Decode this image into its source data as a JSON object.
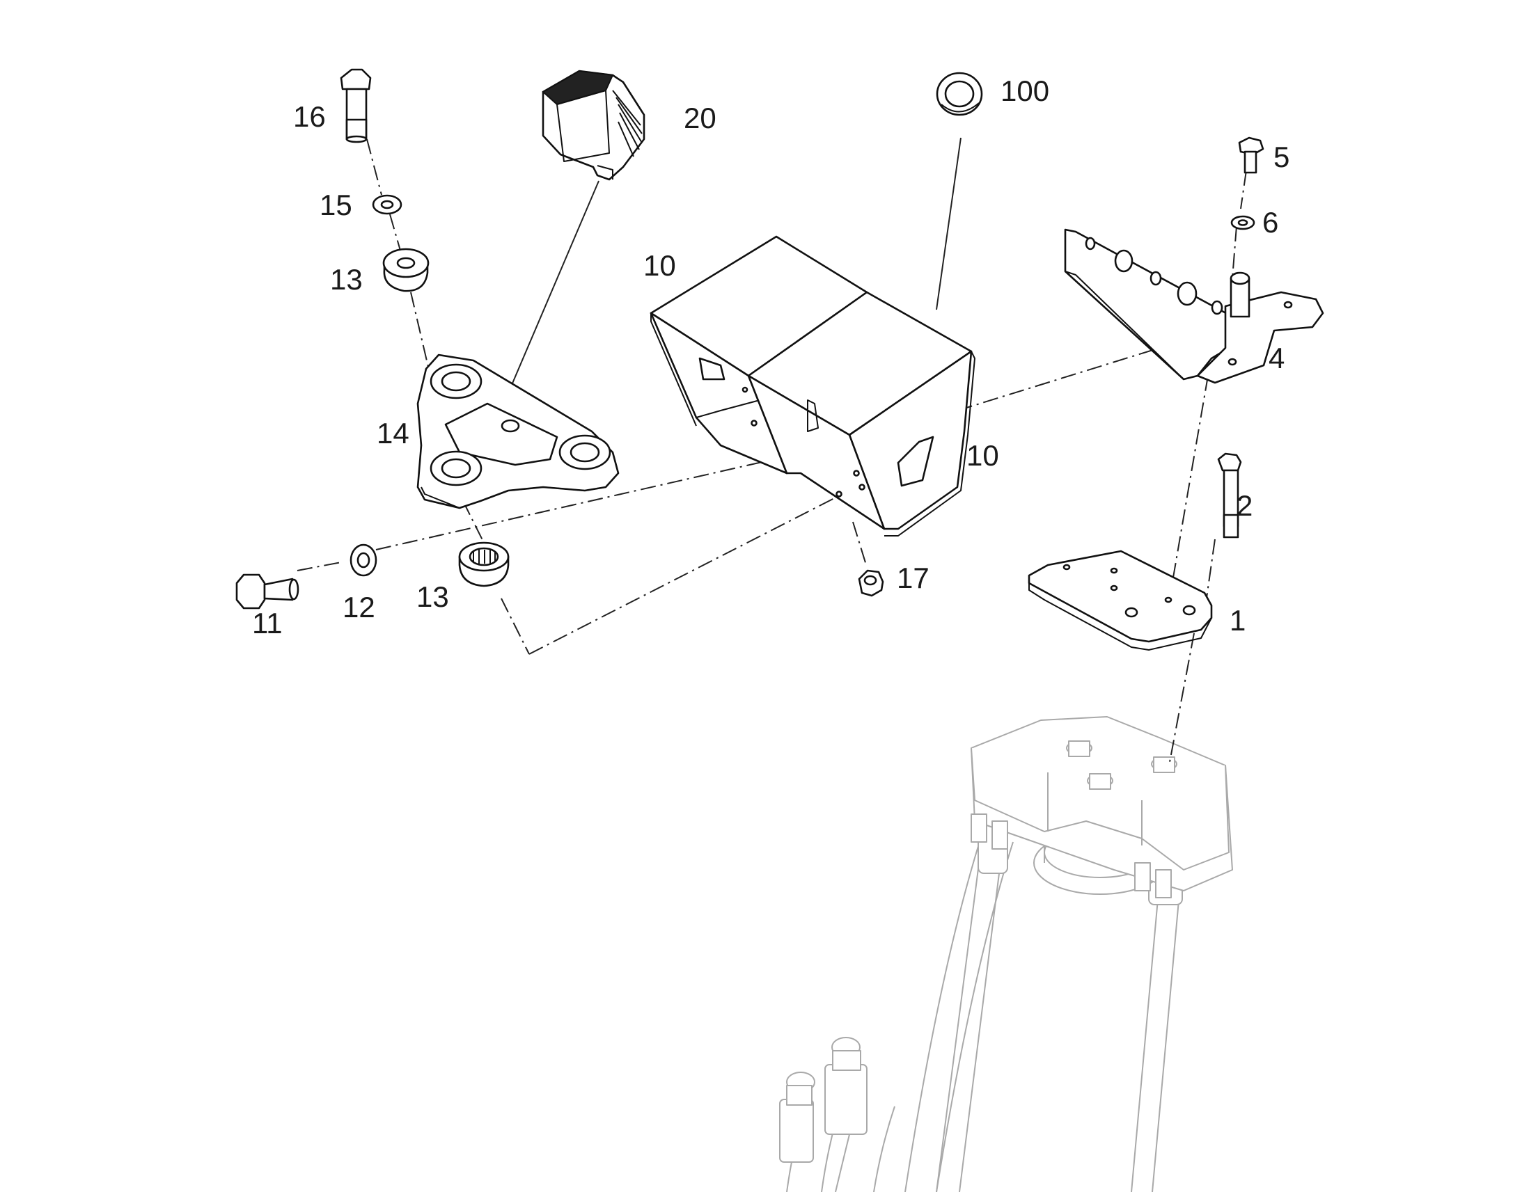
{
  "callouts": {
    "p1": "1",
    "p2": "2",
    "p4": "4",
    "p5": "5",
    "p6": "6",
    "p10a": "10",
    "p10b": "10",
    "p11": "11",
    "p12": "12",
    "p13a": "13",
    "p13b": "13",
    "p14": "14",
    "p15": "15",
    "p16": "16",
    "p17": "17",
    "p20": "20",
    "p100": "100"
  },
  "colors": {
    "line": "#111111",
    "ghost": "#a9a9a9",
    "background": "#ffffff"
  }
}
